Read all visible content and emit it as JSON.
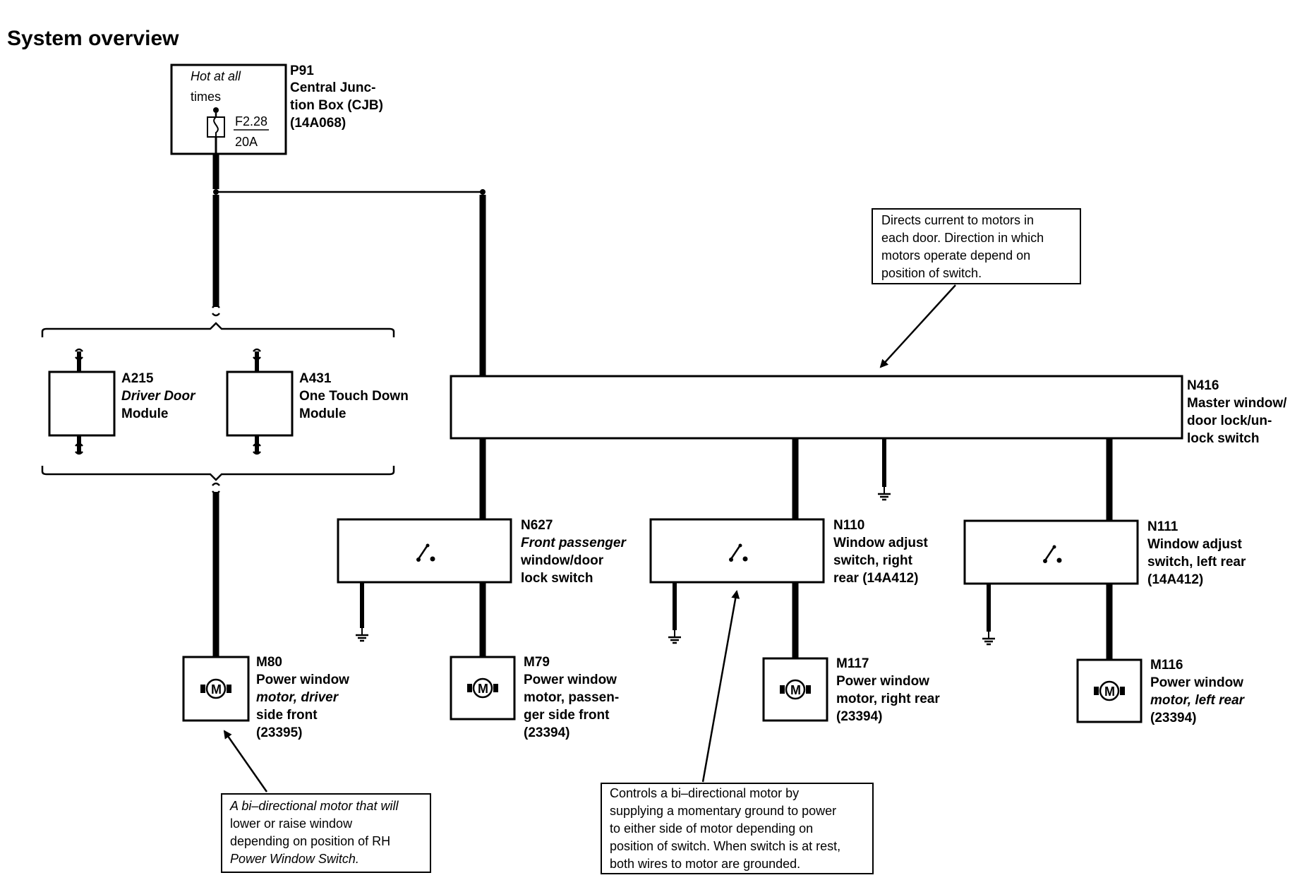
{
  "title": "System overview",
  "junction_box": {
    "note_line1": "Hot at all",
    "note_line2": "times",
    "fuse_id": "F2.28",
    "fuse_rating": "20A",
    "label": [
      "P91",
      "Central Junc-",
      "tion Box (CJB)",
      "(14A068)"
    ]
  },
  "modules": {
    "a215": [
      "A215",
      "Driver Door",
      "Module"
    ],
    "a431": [
      "A431",
      "One Touch Down",
      "Module"
    ]
  },
  "master_switch": {
    "label": [
      "N416",
      "Master window/",
      "door lock/un-",
      "lock switch"
    ]
  },
  "switches": {
    "n627": [
      "N627",
      "Front passenger",
      "window/door",
      "lock switch"
    ],
    "n110": [
      "N110",
      "Window adjust",
      "switch, right",
      "rear (14A412)"
    ],
    "n111": [
      "N111",
      "Window adjust",
      "switch, left rear",
      "(14A412)"
    ]
  },
  "motors": {
    "m80": [
      "M80",
      "Power window",
      "motor, driver",
      "side front",
      "(23395)"
    ],
    "m79": [
      "M79",
      "Power window",
      "motor, passen-",
      "ger side front",
      "(23394)"
    ],
    "m117": [
      "M117",
      "Power window",
      "motor, right rear",
      "(23394)"
    ],
    "m116": [
      "M116",
      "Power window",
      "motor, left rear",
      "(23394)"
    ]
  },
  "motor_symbol_letter": "M",
  "callouts": {
    "master": [
      "Directs current to motors in",
      "each door. Direction in which",
      "motors operate depend on",
      "position of switch."
    ],
    "motor": [
      "A bi–directional motor that will",
      "lower or raise window",
      "depending on position of RH",
      "Power Window Switch."
    ],
    "switch": [
      "Controls a bi–directional motor by",
      "supplying a momentary ground to power",
      "to either side of motor depending on",
      "position of switch. When switch is at rest,",
      "both wires to motor are grounded."
    ]
  },
  "icons": [
    "fuse-icon",
    "ground-icon",
    "motor-icon",
    "switch-icon",
    "connector-break-icon"
  ]
}
